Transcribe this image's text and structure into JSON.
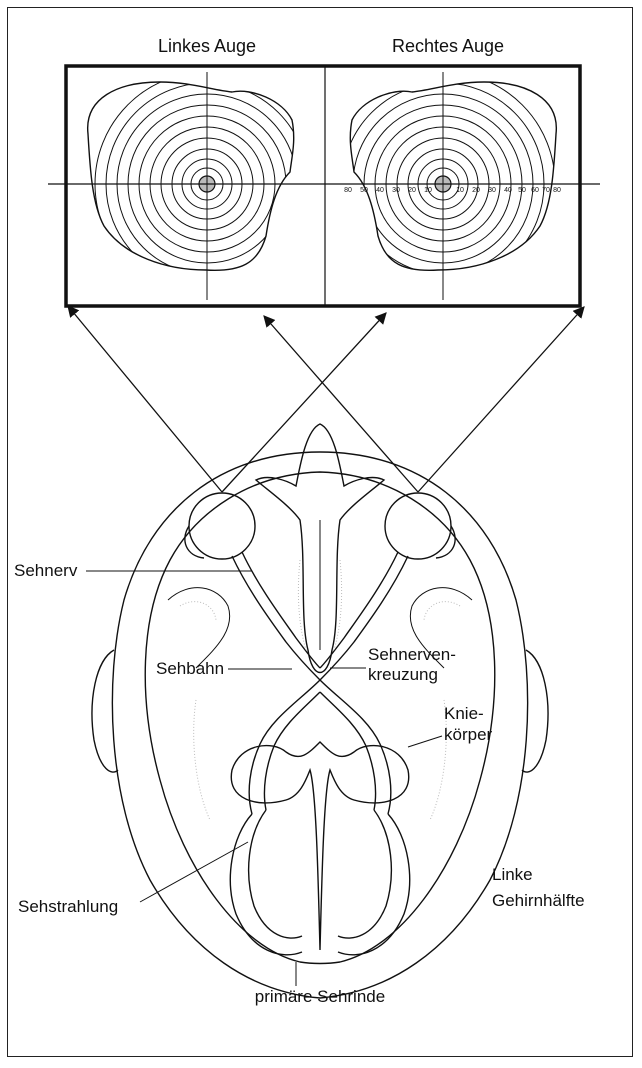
{
  "visual_fields": {
    "left_eye_title": "Linkes Auge",
    "right_eye_title": "Rechtes Auge",
    "right_scale_left": [
      "80",
      "50",
      "40",
      "30",
      "20",
      "10"
    ],
    "right_scale_right": [
      "10",
      "20",
      "30",
      "40",
      "50",
      "60",
      "70",
      "80"
    ]
  },
  "labels": {
    "optic_nerve": "Sehnerv",
    "optic_tract": "Sehbahn",
    "chiasm_line1": "Sehnerven-",
    "chiasm_line2": "kreuzung",
    "lgn_line1": "Knie-",
    "lgn_line2": "körper",
    "radiation": "Sehstrahlung",
    "hemisphere_line1": "Linke",
    "hemisphere_line2": "Gehirnhälfte",
    "cortex": "primäre Sehrinde"
  }
}
